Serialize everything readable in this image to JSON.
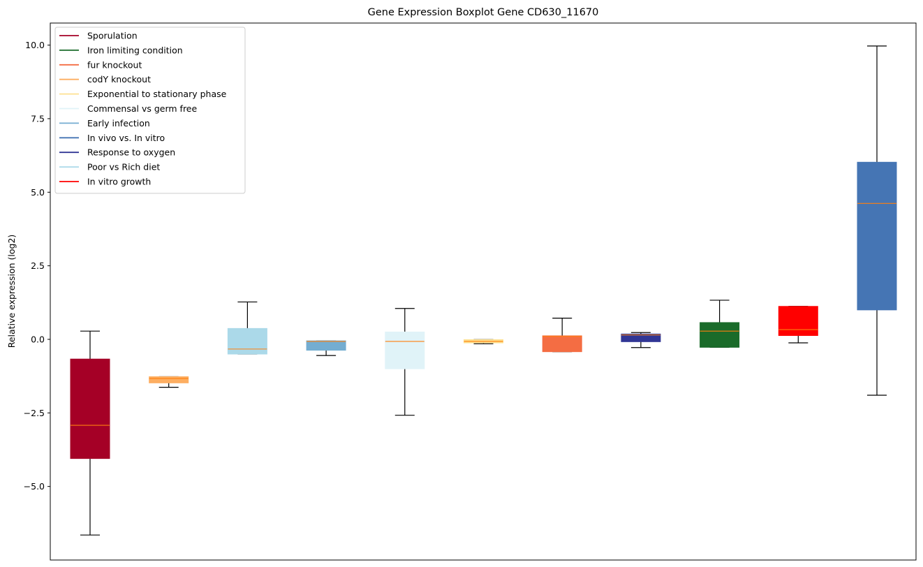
{
  "chart_data": {
    "type": "boxplot",
    "title": "Gene Expression Boxplot Gene CD630_11670",
    "xlabel": "",
    "ylabel": "Relative expression (log2)",
    "ylim": [
      -7.5,
      10.75
    ],
    "yticks": [
      -5.0,
      -2.5,
      0.0,
      2.5,
      5.0,
      7.5,
      10.0
    ],
    "ytick_labels": [
      "−5.0",
      "−2.5",
      "0.0",
      "2.5",
      "5.0",
      "7.5",
      "10.0"
    ],
    "xticks_shown": false,
    "grid": false,
    "legend_position": "upper-left",
    "median_color": "#ff7f0e",
    "whisker_color": "#000000",
    "series": [
      {
        "name": "Sporulation",
        "color": "#a50026",
        "box": {
          "whislo": -6.65,
          "q1": -4.05,
          "med": -2.92,
          "q3": -0.67,
          "whishi": 0.28
        }
      },
      {
        "name": "codY knockout",
        "color": "#fdae61",
        "box": {
          "whislo": -1.63,
          "q1": -1.48,
          "med": -1.33,
          "q3": -1.27,
          "whishi": -1.27
        }
      },
      {
        "name": "Poor vs Rich diet",
        "color": "#abd9e9",
        "box": {
          "whislo": -0.5,
          "q1": -0.5,
          "med": -0.33,
          "q3": 0.37,
          "whishi": 1.27
        }
      },
      {
        "name": "Early infection",
        "color": "#74add1",
        "box": {
          "whislo": -0.55,
          "q1": -0.37,
          "med": -0.07,
          "q3": -0.05,
          "whishi": -0.05
        }
      },
      {
        "name": "Commensal vs germ free",
        "color": "#e0f3f8",
        "box": {
          "whislo": -2.58,
          "q1": -1.0,
          "med": -0.07,
          "q3": 0.25,
          "whishi": 1.05
        }
      },
      {
        "name": "Exponential to stationary phase",
        "color": "#fee090",
        "box": {
          "whislo": -0.15,
          "q1": -0.12,
          "med": -0.07,
          "q3": -0.01,
          "whishi": -0.01
        }
      },
      {
        "name": "fur knockout",
        "color": "#f46d43",
        "box": {
          "whislo": -0.42,
          "q1": -0.42,
          "med": 0.1,
          "q3": 0.12,
          "whishi": 0.72
        }
      },
      {
        "name": "Response to oxygen",
        "color": "#313695",
        "box": {
          "whislo": -0.28,
          "q1": -0.08,
          "med": 0.15,
          "q3": 0.18,
          "whishi": 0.23
        }
      },
      {
        "name": "Iron limiting condition",
        "color": "#1a6b2a",
        "box": {
          "whislo": -0.27,
          "q1": -0.27,
          "med": 0.28,
          "q3": 0.57,
          "whishi": 1.33
        }
      },
      {
        "name": "In vitro growth",
        "color": "#ff0000",
        "box": {
          "whislo": -0.12,
          "q1": 0.13,
          "med": 0.33,
          "q3": 1.12,
          "whishi": 1.12
        }
      },
      {
        "name": "In vivo vs. In vitro",
        "color": "#4575b4",
        "box": {
          "whislo": -1.9,
          "q1": 1.0,
          "med": 4.62,
          "q3": 6.02,
          "whishi": 9.97
        }
      }
    ],
    "legend": [
      {
        "label": "Sporulation",
        "color": "#a50026"
      },
      {
        "label": "Iron limiting condition",
        "color": "#1a6b2a"
      },
      {
        "label": "fur knockout",
        "color": "#f46d43"
      },
      {
        "label": "codY knockout",
        "color": "#fdae61"
      },
      {
        "label": "Exponential to stationary phase",
        "color": "#fee090"
      },
      {
        "label": "Commensal vs germ free",
        "color": "#e0f3f8"
      },
      {
        "label": "Early infection",
        "color": "#74add1"
      },
      {
        "label": "In vivo vs. In vitro",
        "color": "#4575b4"
      },
      {
        "label": "Response to oxygen",
        "color": "#313695"
      },
      {
        "label": "Poor vs Rich diet",
        "color": "#abd9e9"
      },
      {
        "label": "In vitro growth",
        "color": "#ff0000"
      }
    ]
  }
}
